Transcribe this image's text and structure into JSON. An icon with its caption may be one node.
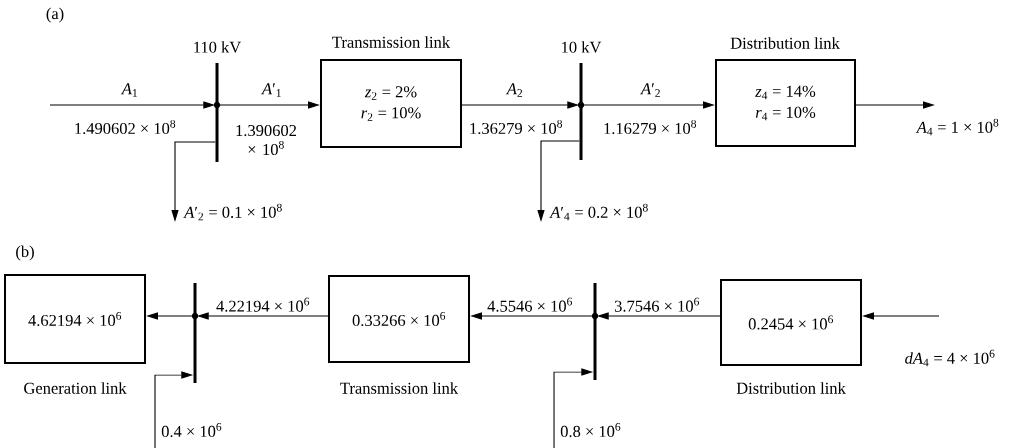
{
  "diagram": {
    "nodes": [
      {
        "text": [
          "110 kV"
        ]
      },
      {
        "text": [
          "Transmission link",
          "*z*$_{2}$ = 2%",
          "*r*$_{2}$ = 10%"
        ]
      },
      {
        "text": [
          "10 kV"
        ]
      },
      {
        "text": [
          "Distribution link",
          "*z*$_{4}$ = 14%",
          "*r*$_{4}$ = 10%"
        ]
      },
      {
        "text": [
          "4.62194 × 10$^{6}$",
          "Generation link"
        ]
      },
      {
        "text": [],
        "shape": "bar"
      },
      {
        "text": [
          "0.33266 × 10$^{6}$",
          "Transmission link"
        ]
      },
      {
        "text": [],
        "shape": "bar"
      },
      {
        "text": [
          "0.2454 × 10$^{6}$",
          "Distribution link"
        ]
      }
    ],
    "edges": [
      {
        "from": null,
        "to": 0,
        "arrow": "to",
        "label": "*A*$_{1}$"
      },
      {
        "from": 0,
        "to": 1,
        "arrow": "to",
        "label": "*A*′$_{1}$"
      },
      {
        "from": 1,
        "to": 2,
        "arrow": "to",
        "label": "*A*$_{2}$"
      },
      {
        "from": 2,
        "to": 3,
        "arrow": "to",
        "label": "*A*′$_{2}$"
      },
      {
        "from": 3,
        "to": null,
        "arrow": "to",
        "label": "*A*$_{4}$ = 1 × 10$^{8}$"
      },
      {
        "from": 0,
        "to": null,
        "arrow": "to",
        "label": "*A*′$_{2}$ = 0.1 × 10$^{8}$"
      },
      {
        "from": 2,
        "to": null,
        "arrow": "to",
        "label": "*A*′$_{4}$ = 0.2 × 10$^{8}$"
      },
      {
        "from": 5,
        "to": 4,
        "arrow": "to"
      },
      {
        "from": 6,
        "to": 5,
        "arrow": "to",
        "label": "4.22194 × 10$^{6}$"
      },
      {
        "from": 7,
        "to": 6,
        "arrow": "to",
        "label": "4.5546 × 10$^{6}$"
      },
      {
        "from": 8,
        "to": 7,
        "arrow": "to",
        "label": "3.7546 × 10$^{6}$"
      },
      {
        "from": null,
        "to": 8,
        "arrow": "to",
        "label": "*dA*$_{4}$ = 4 × 10$^{6}$"
      },
      {
        "from": null,
        "to": 5,
        "arrow": "to",
        "label": "0.4 × 10$^{6}$"
      },
      {
        "from": null,
        "to": 7,
        "arrow": "to",
        "label": "0.8 × 10$^{6}$"
      }
    ],
    "labels": [
      "(a)",
      "1.490602 × 10$^{8}$",
      "1.390602 × 10$^{8}$",
      "1.36279 × 10$^{8}$",
      "1.16279 × 10$^{8}$",
      "(b)"
    ]
  }
}
